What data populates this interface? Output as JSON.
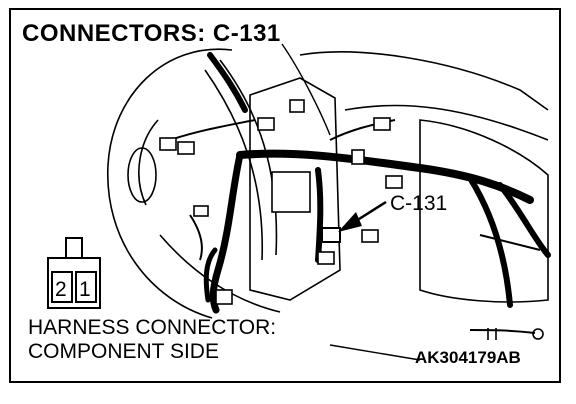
{
  "title": "CONNECTORS: C-131",
  "callout_label": "C-131",
  "connector_face": {
    "pins": [
      "2",
      "1"
    ]
  },
  "side_label": {
    "line1": "HARNESS CONNECTOR:",
    "line2": "COMPONENT SIDE"
  },
  "figure_code": "AK304179AB",
  "colors": {
    "ink": "#000000",
    "background": "#ffffff"
  }
}
